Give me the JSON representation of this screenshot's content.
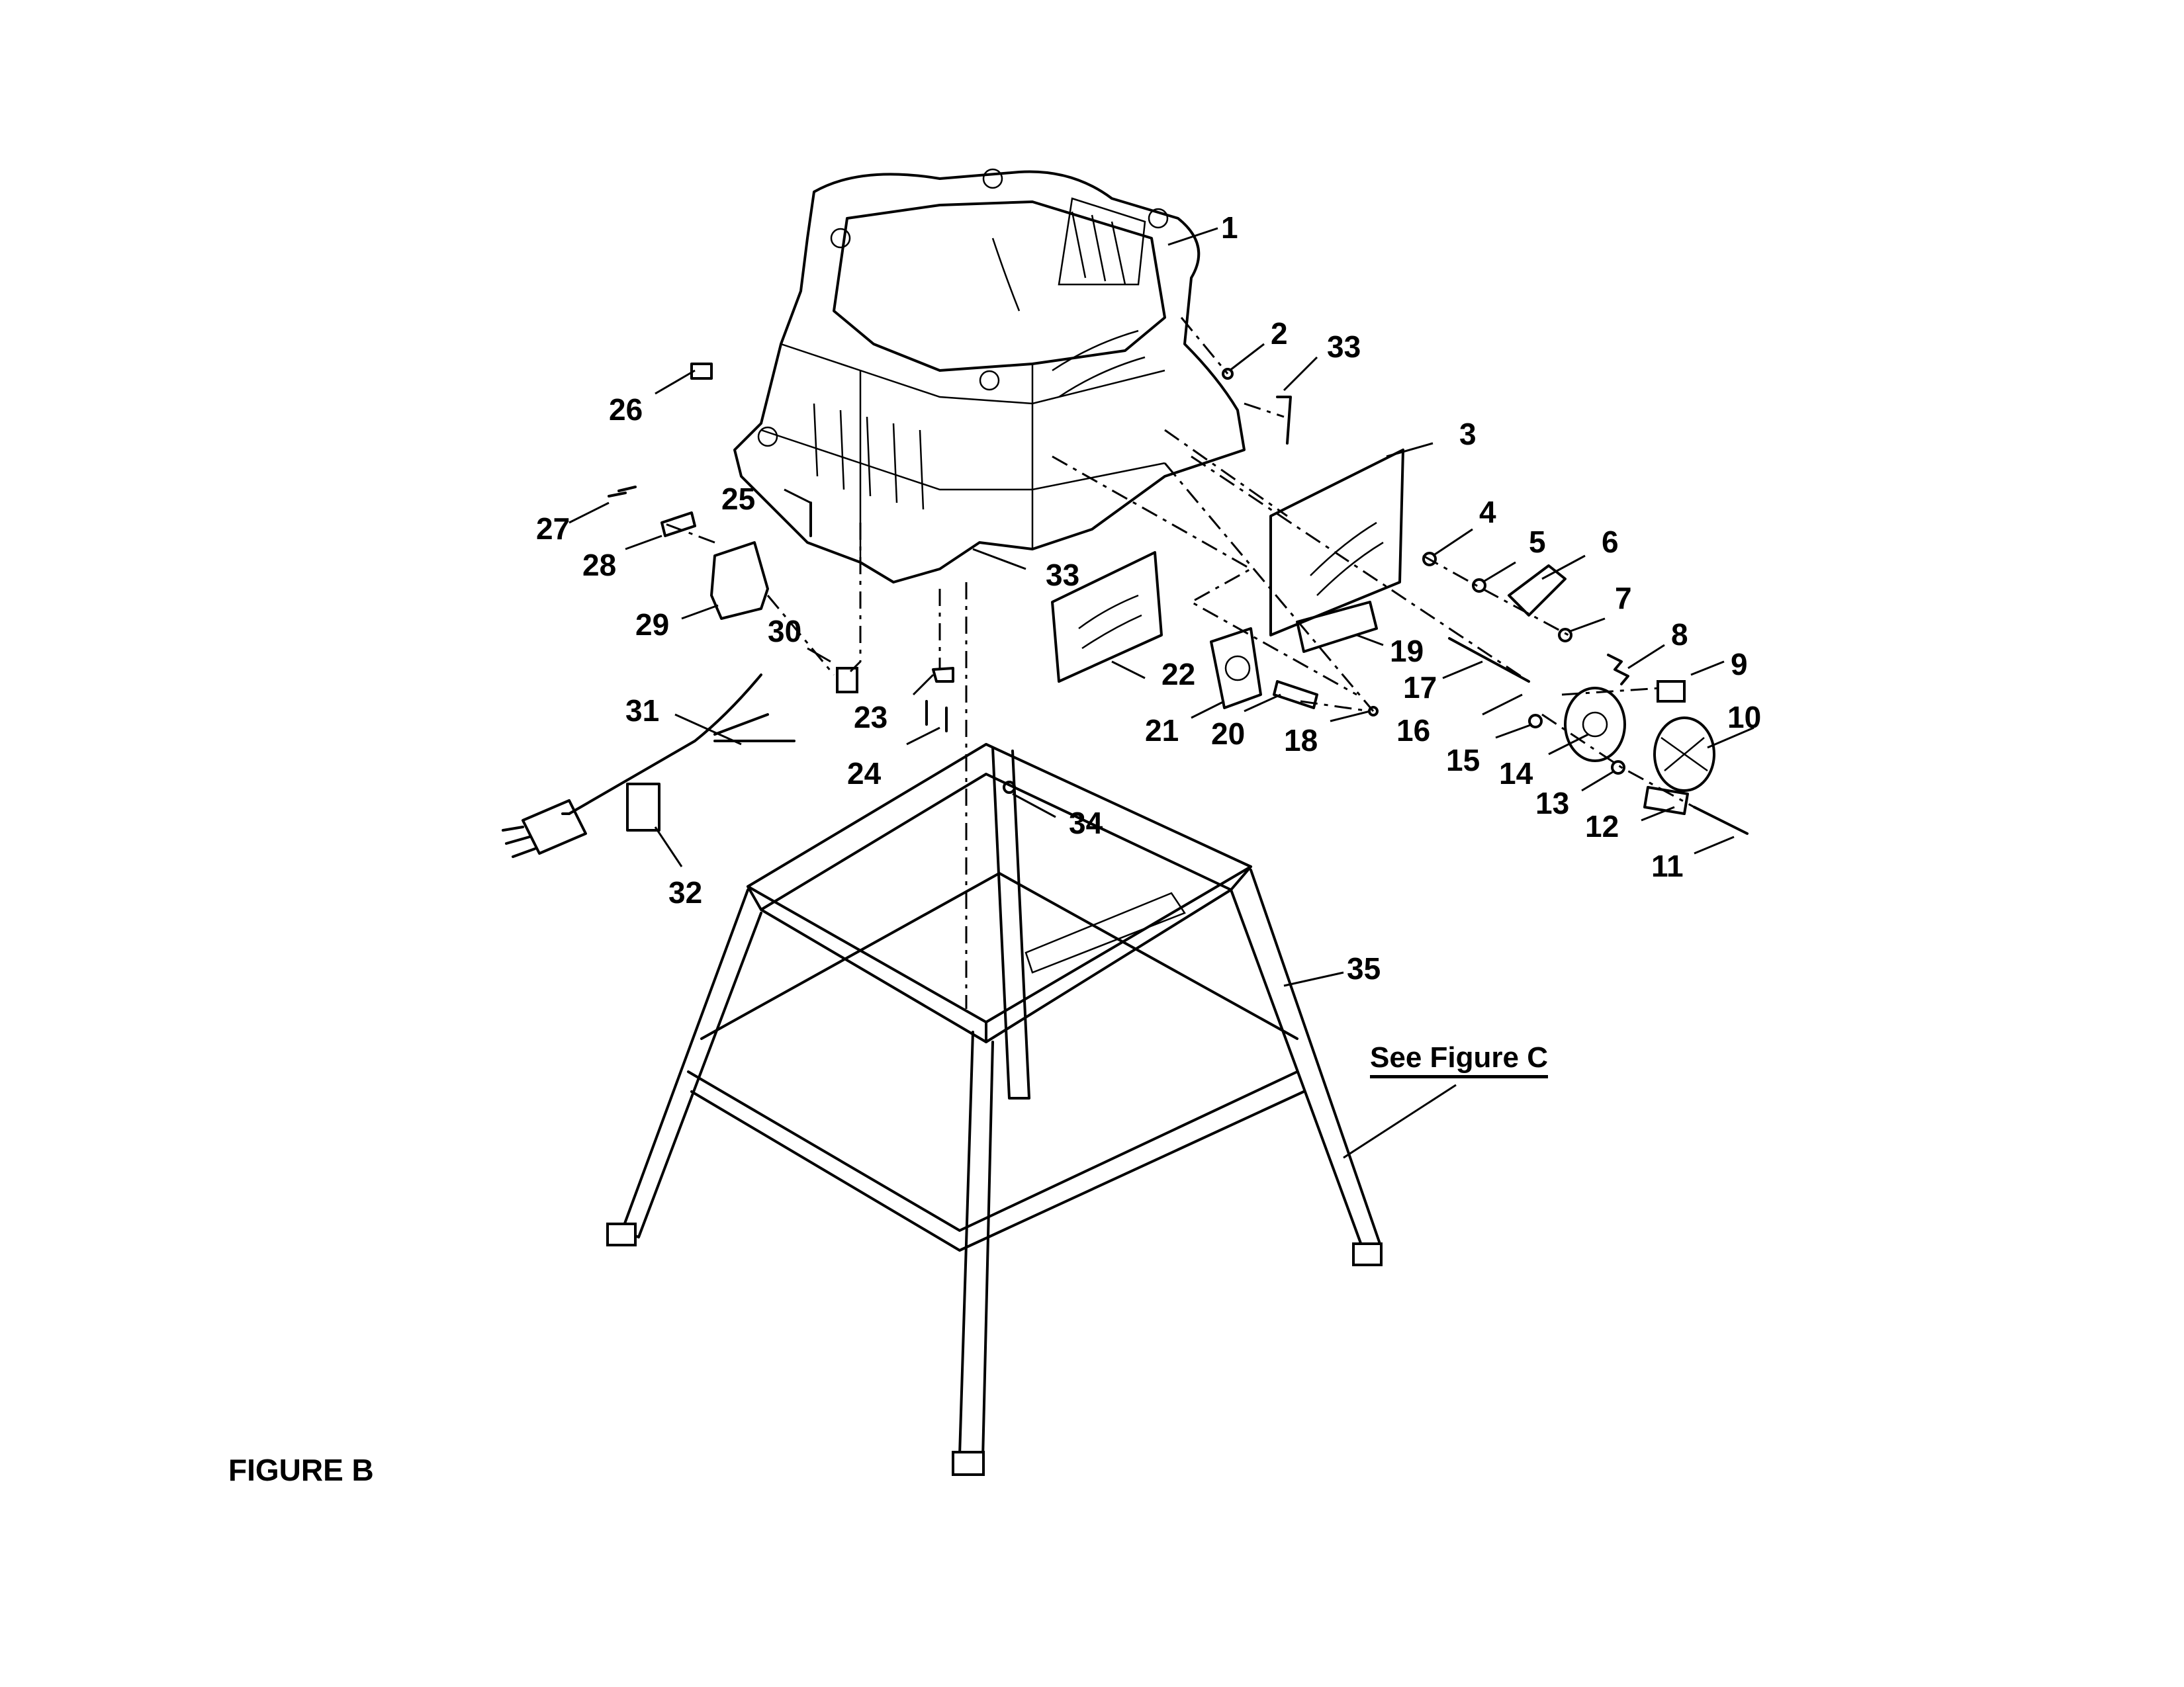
{
  "figure_label": "FIGURE B",
  "reference_note": "See Figure C",
  "callouts": [
    "1",
    "2",
    "3",
    "4",
    "5",
    "6",
    "7",
    "8",
    "9",
    "10",
    "11",
    "12",
    "13",
    "14",
    "15",
    "16",
    "17",
    "18",
    "19",
    "20",
    "21",
    "22",
    "23",
    "24",
    "25",
    "26",
    "27",
    "28",
    "29",
    "30",
    "31",
    "32",
    "33",
    "34",
    "35"
  ],
  "callout_33_second": "33"
}
